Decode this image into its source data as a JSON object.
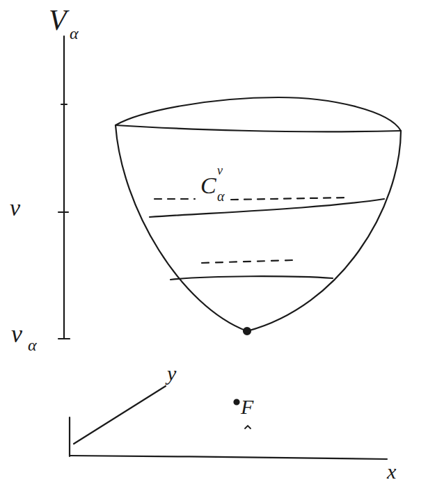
{
  "diagram": {
    "labels": [
      "V",
      "α",
      "v",
      "C",
      "v",
      "α",
      "v",
      "α",
      "y",
      "F",
      "x"
    ]
  }
}
